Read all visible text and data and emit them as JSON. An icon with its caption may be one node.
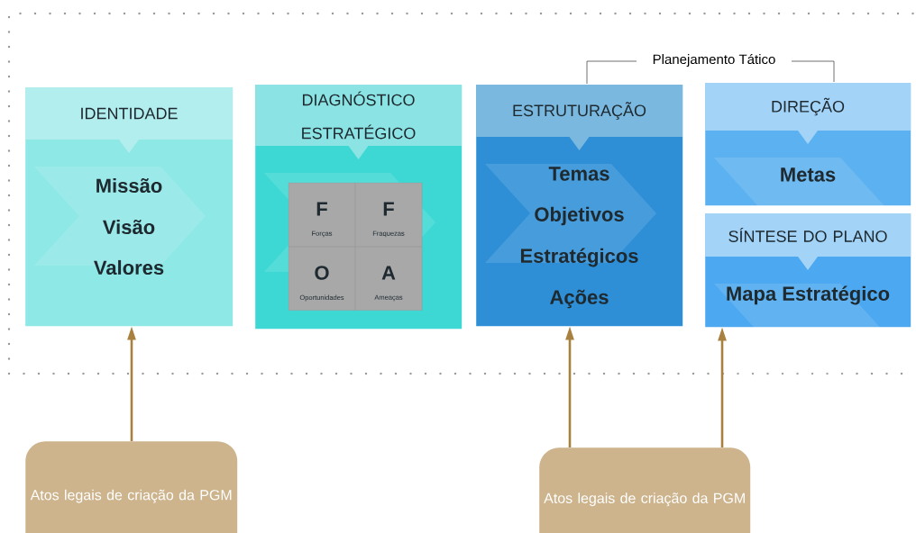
{
  "diagram": {
    "nodes": [
      {
        "text": [
          "IDENTIDADE",
          "Missão",
          "Visão",
          "Valores"
        ]
      },
      {
        "text": [
          "DIAGNÓSTICO ESTRATÉGICO"
        ]
      },
      {
        "text": [
          "F",
          "Forças"
        ],
        "in": 1
      },
      {
        "text": [
          "F",
          "Fraquezas"
        ],
        "in": 1
      },
      {
        "text": [
          "O",
          "Oportunidades"
        ],
        "in": 1
      },
      {
        "text": [
          "A",
          "Ameaças"
        ],
        "in": 1
      },
      {
        "text": [
          "ESTRUTURAÇÃO",
          "Temas",
          "Objetivos",
          "Estratégicos",
          "Ações"
        ]
      },
      {
        "text": [
          "DIREÇÃO",
          "Metas"
        ]
      },
      {
        "text": [
          "SÍNTESE DO PLANO",
          "Mapa Estratégico"
        ]
      },
      {
        "text": [
          "Atos legais de criação da PGM"
        ]
      },
      {
        "text": [
          "Atos legais de criação da PGM"
        ]
      }
    ],
    "edges": [
      {
        "from": 9,
        "to": 0,
        "arrow": "to"
      },
      {
        "from": 10,
        "to": 6,
        "arrow": "to"
      },
      {
        "from": 10,
        "to": 8,
        "arrow": "to"
      }
    ],
    "labels": [
      "Planejamento Tático"
    ]
  }
}
